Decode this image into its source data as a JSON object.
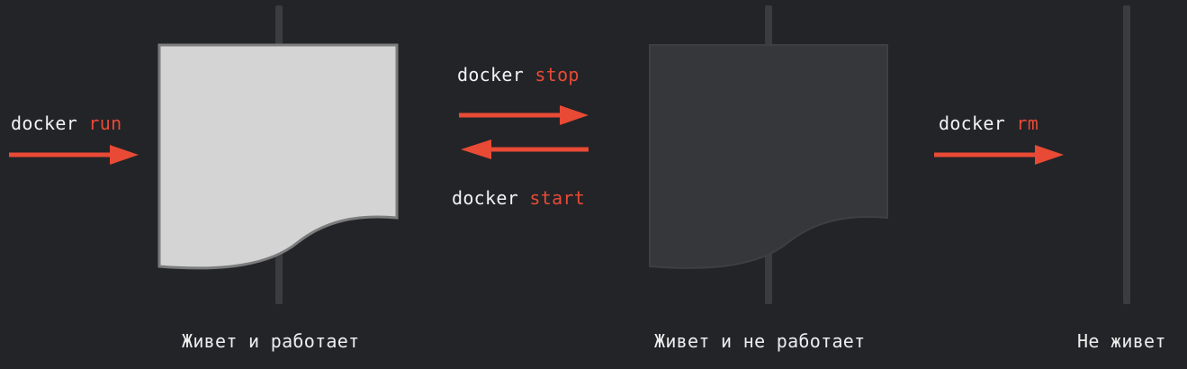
{
  "colors": {
    "background": "#222428",
    "accent_arrow": "#e84a35",
    "running_card": "#d4d4d4",
    "stopped_card": "#35373b",
    "rail": "#3a3c40"
  },
  "commands": {
    "run": {
      "prefix": "docker",
      "sub": "run"
    },
    "stop": {
      "prefix": "docker",
      "sub": "stop"
    },
    "start": {
      "prefix": "docker",
      "sub": "start"
    },
    "rm": {
      "prefix": "docker",
      "sub": "rm"
    }
  },
  "states": {
    "running": "Живет и работает",
    "stopped": "Живет и не работает",
    "removed": "Не живет"
  }
}
